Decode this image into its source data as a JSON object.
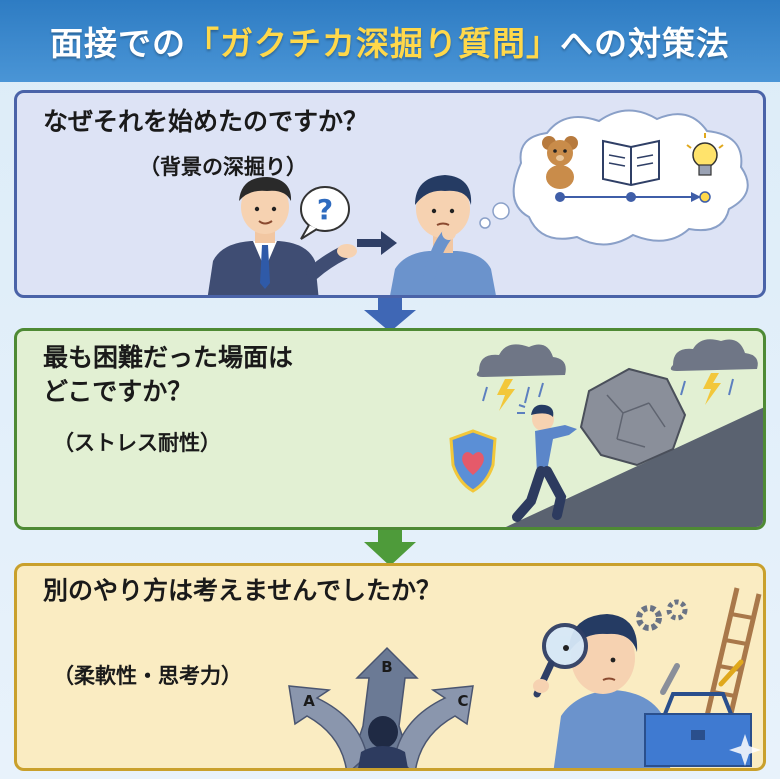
{
  "header": {
    "title_prefix": "面接での",
    "title_highlight": "「ガクチカ深掘り質問」",
    "title_suffix": "への対策法"
  },
  "sections": [
    {
      "question": "なぜそれを始めたのですか？",
      "subtitle": "（背景の深掘り）",
      "icons": [
        "question-bubble-icon",
        "teddy-bear-icon",
        "book-icon",
        "lightbulb-icon",
        "thought-bubble-icon"
      ]
    },
    {
      "question_line1": "最も困難だった場面は",
      "question_line2": "どこですか？",
      "subtitle": "（ストレス耐性）",
      "icons": [
        "storm-cloud-icon",
        "lightning-icon",
        "shield-heart-icon",
        "boulder-icon"
      ]
    },
    {
      "question": "別のやり方は考えませんでしたか？",
      "subtitle": "（柔軟性・思考力）",
      "paths": [
        "A",
        "B",
        "C"
      ],
      "icons": [
        "magnifier-icon",
        "gear-icon",
        "ladder-icon",
        "toolbox-icon",
        "sparkle-icon"
      ]
    }
  ],
  "colors": {
    "header": "#2e7cc3",
    "highlight": "#ffd84a",
    "card1_border": "#4a63a8",
    "card2_border": "#4e8a34",
    "card3_border": "#c9a02c",
    "arrow_blue": "#3f67b5",
    "arrow_green": "#4e9b3a"
  }
}
